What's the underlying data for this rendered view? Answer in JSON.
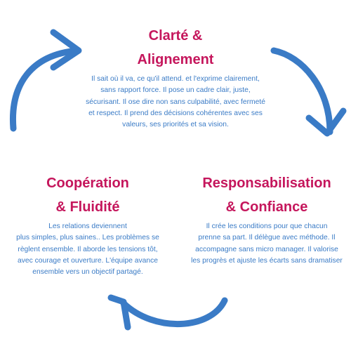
{
  "colors": {
    "title": "#c5165c",
    "text": "#3a7bc6",
    "arrow": "#3a7bc6"
  },
  "blocks": {
    "top": {
      "title_lines": [
        "Clarté &",
        "Alignement"
      ],
      "desc_lines": [
        "Il sait où il va, ce qu'il attend. et l'exprime clairement,",
        "sans rapport force. Il pose un cadre clair, juste,",
        "sécurisant. Il ose dire non sans culpabilité, avec fermeté",
        "et respect. Il prend des décisions cohérentes avec ses",
        "valeurs, ses priorités et sa vision."
      ]
    },
    "left": {
      "title_lines": [
        "Coopération",
        "& Fluidité"
      ],
      "desc_lines": [
        "Les relations deviennent",
        "plus simples, plus saines.. Les problèmes se",
        "règlent ensemble. Il aborde les tensions tôt,",
        "avec courage et ouverture. L'équipe avance",
        "ensemble vers un objectif partagé."
      ]
    },
    "right": {
      "title_lines": [
        "Responsabilisation",
        "& Confiance"
      ],
      "desc_lines": [
        "Il crée les conditions pour que chacun",
        "prenne sa part. Il délègue avec méthode. Il",
        "accompagne sans micro manager.  Il valorise",
        "les progrès et ajuste les écarts sans dramatiser"
      ]
    }
  },
  "arrows": [
    "arrow-top-left",
    "arrow-top-right",
    "arrow-bottom"
  ]
}
